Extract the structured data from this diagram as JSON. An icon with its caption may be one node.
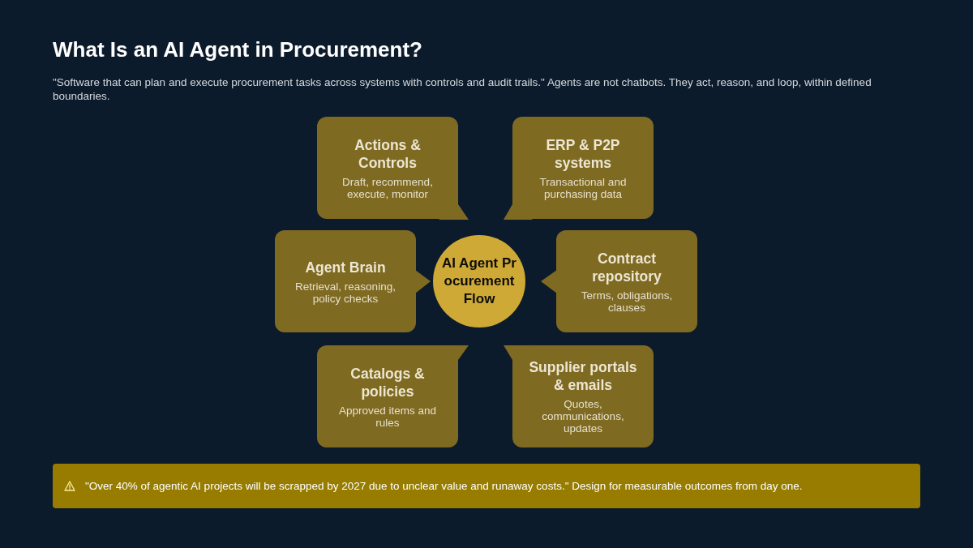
{
  "diagram": {
    "title": "What Is an AI Agent in Procurement?",
    "nodes": [
      {
        "text": [
          "Actions & Controls",
          "Draft, recommend, execute, monitor"
        ]
      },
      {
        "text": [
          "ERP & P2P systems",
          "Transactional and purchasing data"
        ]
      },
      {
        "text": [
          "Agent Brain",
          "Retrieval, reasoning, policy checks"
        ]
      },
      {
        "text": [
          "AI Agent Procurement Flow"
        ]
      },
      {
        "text": [
          "Contract repository",
          "Terms, obligations, clauses"
        ]
      },
      {
        "text": [
          "Catalogs & policies",
          "Approved items and rules"
        ]
      },
      {
        "text": [
          "Supplier portals & emails",
          "Quotes, communications, updates"
        ]
      },
      {
        "text": [
          "\"Over 40% of agentic AI projects will be scrapped by 2027 due to unclear value and runaway costs.\" Design for measurable outcomes from day one."
        ]
      }
    ],
    "edges": [],
    "labels": [
      "\"Software that can plan and execute procurement tasks across systems with controls and audit trails.\" Agents are not chatbots. They act, reason, and loop,  within defined boundaries."
    ]
  }
}
